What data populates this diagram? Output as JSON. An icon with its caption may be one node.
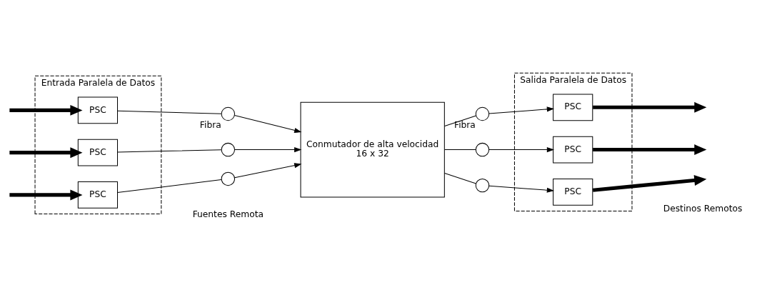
{
  "diagram": {
    "nodes": [
      {
        "text": [
          "Entrada Paralela de Datos"
        ],
        "beside": [
          "Fuentes Remota"
        ]
      },
      {
        "text": [
          "PSC"
        ],
        "in": 0
      },
      {
        "text": [
          "PSC"
        ],
        "in": 0
      },
      {
        "text": [
          "PSC"
        ],
        "in": 0
      },
      {
        "text": [],
        "shape": "circle",
        "beside": [
          "Fibra"
        ]
      },
      {
        "text": [],
        "shape": "circle"
      },
      {
        "text": [],
        "shape": "circle"
      },
      {
        "text": [
          "Conmutador de alta velocidad",
          "16 x 32"
        ]
      },
      {
        "text": [],
        "shape": "circle",
        "beside": [
          "Fibra"
        ]
      },
      {
        "text": [],
        "shape": "circle"
      },
      {
        "text": [],
        "shape": "circle"
      },
      {
        "text": [
          "Salida Paralela de Datos"
        ],
        "beside": [
          "Destinos Remotos"
        ]
      },
      {
        "text": [
          "PSC"
        ],
        "in": 11
      },
      {
        "text": [
          "PSC"
        ],
        "in": 11
      },
      {
        "text": [
          "PSC"
        ],
        "in": 11
      }
    ],
    "edges": [
      {
        "from": null,
        "to": 1,
        "arrow": "to",
        "style": "thick"
      },
      {
        "from": null,
        "to": 2,
        "arrow": "to",
        "style": "thick"
      },
      {
        "from": null,
        "to": 3,
        "arrow": "to",
        "style": "thick"
      },
      {
        "from": 1,
        "to": 4,
        "arrow": "none"
      },
      {
        "from": 2,
        "to": 5,
        "arrow": "none"
      },
      {
        "from": 3,
        "to": 6,
        "arrow": "none"
      },
      {
        "from": 4,
        "to": 7,
        "arrow": "to"
      },
      {
        "from": 5,
        "to": 7,
        "arrow": "to"
      },
      {
        "from": 6,
        "to": 7,
        "arrow": "to"
      },
      {
        "from": 7,
        "to": 8,
        "arrow": "none"
      },
      {
        "from": 7,
        "to": 9,
        "arrow": "none"
      },
      {
        "from": 7,
        "to": 10,
        "arrow": "none"
      },
      {
        "from": 8,
        "to": 12,
        "arrow": "to"
      },
      {
        "from": 9,
        "to": 13,
        "arrow": "to"
      },
      {
        "from": 10,
        "to": 14,
        "arrow": "to"
      },
      {
        "from": 12,
        "to": null,
        "arrow": "to",
        "style": "thick"
      },
      {
        "from": 13,
        "to": null,
        "arrow": "to",
        "style": "thick"
      },
      {
        "from": 14,
        "to": null,
        "arrow": "to",
        "style": "thick"
      }
    ]
  }
}
